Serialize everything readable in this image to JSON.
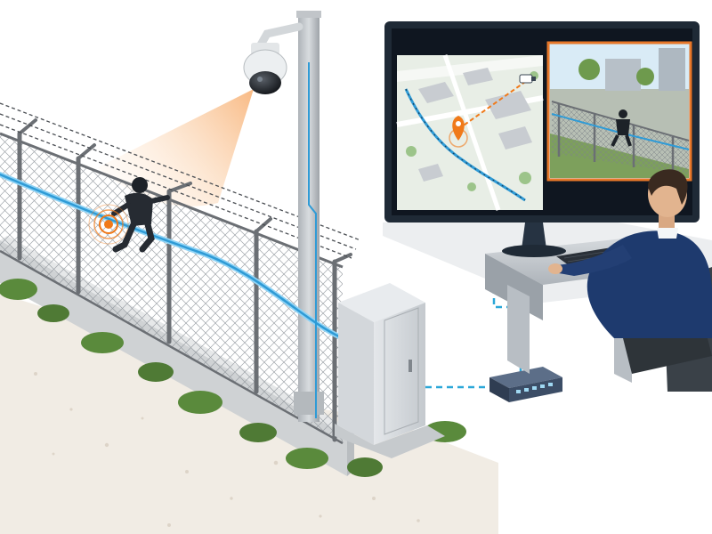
{
  "scene": {
    "type": "perimeter-intrusion-detection-illustration",
    "components": [
      {
        "name": "chain-link-fence",
        "icon": "fence-icon"
      },
      {
        "name": "barbed-wire",
        "icon": "barbed-wire-icon"
      },
      {
        "name": "fiber-sensor-cable",
        "icon": "fiber-cable-icon"
      },
      {
        "name": "intruder-climbing-fence",
        "icon": "intruder-icon"
      },
      {
        "name": "intrusion-alert-point",
        "icon": "alert-ripple-icon"
      },
      {
        "name": "ptz-dome-camera",
        "icon": "dome-camera-icon"
      },
      {
        "name": "camera-pole",
        "icon": "pole-icon"
      },
      {
        "name": "field-cabinet",
        "icon": "cabinet-icon"
      },
      {
        "name": "network-switch",
        "icon": "network-switch-icon"
      },
      {
        "name": "monitor-map-view",
        "icon": "map-icon"
      },
      {
        "name": "monitor-camera-view",
        "icon": "video-feed-icon"
      },
      {
        "name": "security-operator",
        "icon": "operator-icon"
      },
      {
        "name": "keyboard",
        "icon": "keyboard-icon"
      },
      {
        "name": "desk",
        "icon": "desk-icon"
      }
    ]
  },
  "colors": {
    "fiber": "#2f9bd6",
    "fiber_glow": "#8fd3f5",
    "alert": "#f07a1a",
    "camera_beam": "#f6a25a",
    "monitor_frame": "#1f2a36",
    "map_background": "#e8eee6",
    "feed_border": "#e8782a",
    "network_link": "#2aa7d8",
    "operator_shirt": "#1e3a6e",
    "fence_post": "#6b6f74",
    "concrete": "#d9dbdc",
    "vegetation": "#4f7a35"
  }
}
